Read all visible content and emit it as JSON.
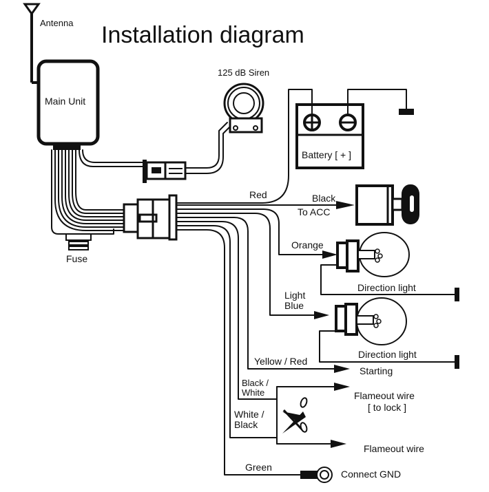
{
  "title": "Installation diagram",
  "components": {
    "antenna": "Antenna",
    "main_unit": "Main Unit",
    "fuse": "Fuse",
    "siren": "125 dB Siren",
    "battery": "Battery [ + ]",
    "battery_terminals": [
      "+",
      "-"
    ]
  },
  "wires": {
    "red": "Red",
    "black": "Black",
    "to_acc": "To ACC",
    "orange": "Orange",
    "light_blue_1": "Light",
    "light_blue_2": "Blue",
    "yellow_red": "Yellow / Red",
    "black_white_1": "Black /",
    "black_white_2": "White",
    "white_black_1": "White /",
    "white_black_2": "Black",
    "green": "Green"
  },
  "destinations": {
    "direction_light_1": "Direction light",
    "direction_light_2": "Direction light",
    "starting": "Starting",
    "flameout_lock_1": "Flameout wire",
    "flameout_lock_2": "[ to lock ]",
    "flameout": "Flameout wire",
    "connect_gnd": "Connect GND"
  }
}
